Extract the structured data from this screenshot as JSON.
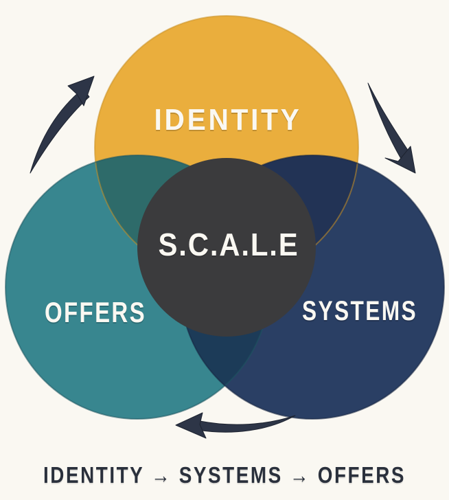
{
  "page": {
    "background": "#FAF8F2"
  },
  "diagram": {
    "type": "venn-3-circle-cycle",
    "center": {
      "label": "S.C.A.L.E",
      "color": "#3B3B3D",
      "rim_color": "#2A2A2D"
    },
    "circles": [
      {
        "id": "identity",
        "label": "IDENTITY",
        "position": "top",
        "color": "#EAAE3D",
        "rim_color": "#C98F25"
      },
      {
        "id": "offers",
        "label": "OFFERS",
        "position": "bottom-left",
        "color": "#38868F",
        "rim_color": "#1D5560"
      },
      {
        "id": "systems",
        "label": "SYSTEMS",
        "position": "bottom-right",
        "color": "#2A3F64",
        "rim_color": "#16243F"
      }
    ],
    "overlaps": {
      "identity_offers": "#2E6B6A",
      "identity_systems": "#223355",
      "offers_systems": "#1C3B58"
    },
    "arrows": {
      "color": "#2D3547",
      "outline": "#1D2330",
      "items": [
        {
          "id": "top-left",
          "direction": "up-right"
        },
        {
          "id": "right",
          "direction": "down"
        },
        {
          "id": "bottom",
          "direction": "left"
        }
      ]
    }
  },
  "caption": {
    "display": "IDENTITY  →  SYSTEMS  →  OFFERS",
    "steps": [
      "IDENTITY",
      "SYSTEMS",
      "OFFERS"
    ],
    "separator": "→",
    "color": "#2A303C"
  }
}
